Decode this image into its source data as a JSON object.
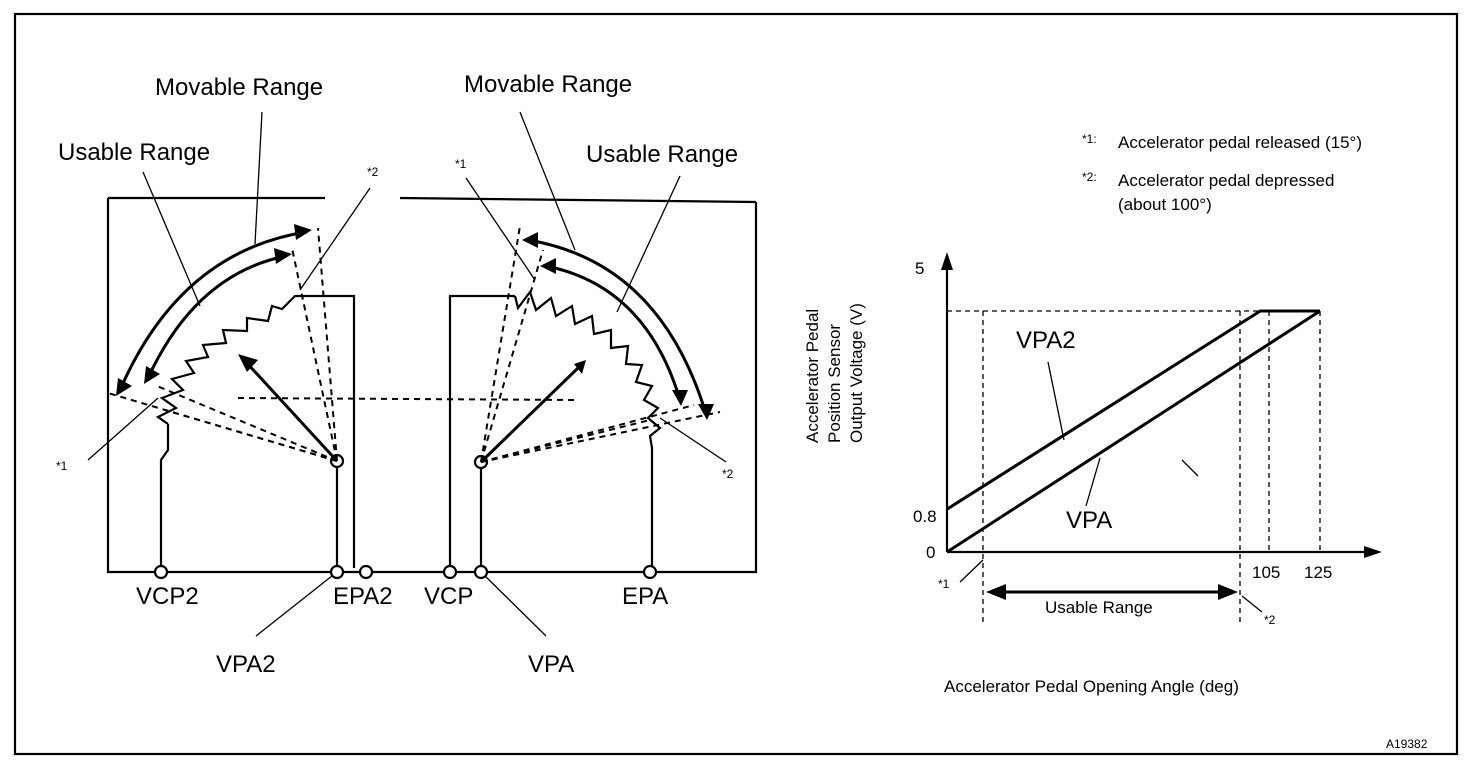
{
  "diagram": {
    "left_sensor": {
      "movable_range_label": "Movable Range",
      "usable_range_label": "Usable Range",
      "mark1": "*1",
      "mark2": "*2",
      "terminals": {
        "vcp2": "VCP2",
        "epa2": "EPA2",
        "vpa2": "VPA2"
      }
    },
    "right_sensor": {
      "movable_range_label": "Movable Range",
      "usable_range_label": "Usable Range",
      "mark1": "*1",
      "mark2": "*2",
      "terminals": {
        "vcp": "VCP",
        "vpa": "VPA",
        "epa": "EPA"
      }
    },
    "legend": {
      "note1_mark": "*1:",
      "note1_text": "Accelerator pedal released (15°)",
      "note2_mark": "*2:",
      "note2_text_line1": "Accelerator pedal depressed",
      "note2_text_line2": "(about 100°)"
    },
    "figure_id": "A19382"
  },
  "chart_data": {
    "type": "line",
    "ylabel_lines": [
      "Accelerator Pedal",
      "Position Sensor",
      "Output Voltage (V)"
    ],
    "xlabel": "Accelerator Pedal Opening Angle (deg)",
    "y_ticks": [
      "5",
      "0.8",
      "0"
    ],
    "x_ticks": [
      "105",
      "125"
    ],
    "series": [
      {
        "name": "VPA2",
        "x": [
          0,
          105,
          125
        ],
        "y": [
          0.8,
          4.5,
          4.5
        ]
      },
      {
        "name": "VPA",
        "x": [
          0,
          125
        ],
        "y": [
          0,
          4.5
        ]
      }
    ],
    "marks": {
      "start": "*1",
      "end": "*2"
    },
    "usable_range_label": "Usable Range"
  }
}
